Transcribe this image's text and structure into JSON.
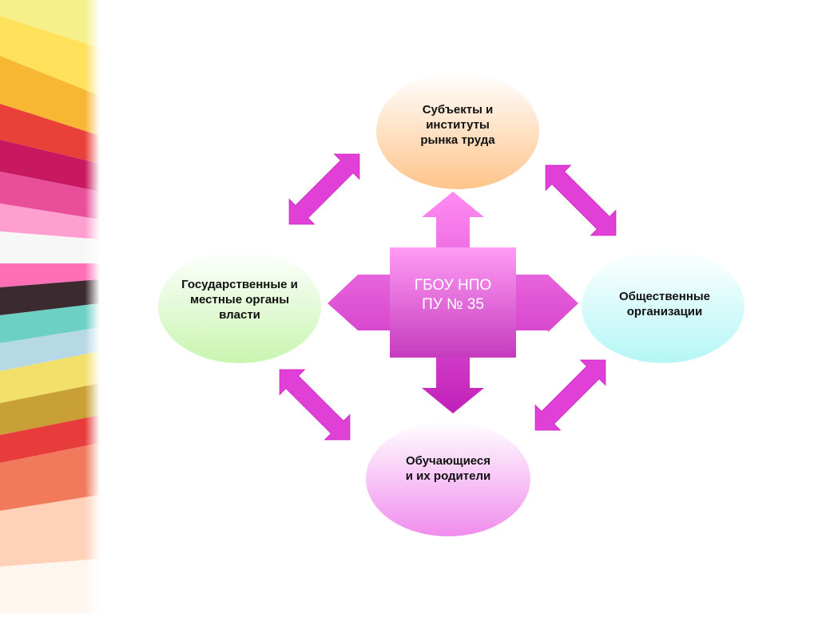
{
  "center": {
    "label": "ГБОУ НПО\nПУ № 35",
    "color_top": "#ff9cf5",
    "color_bottom": "#b82ab0"
  },
  "nodes": [
    {
      "id": "top",
      "label": "Субъекты и\nинституты\nрынка труда",
      "color": "#ffd09e"
    },
    {
      "id": "left",
      "label": "Государственные и\nместные органы\nвласти",
      "color": "#d4f7c3"
    },
    {
      "id": "right",
      "label": "Общественные\nорганизации",
      "color": "#c6f8f8"
    },
    {
      "id": "bottom",
      "label": "Обучающиеся\nи их родители",
      "color": "#f5a9f1"
    }
  ],
  "arrow_color": "#e53ad8",
  "side_image": "abstract-colorful-light-streaks"
}
